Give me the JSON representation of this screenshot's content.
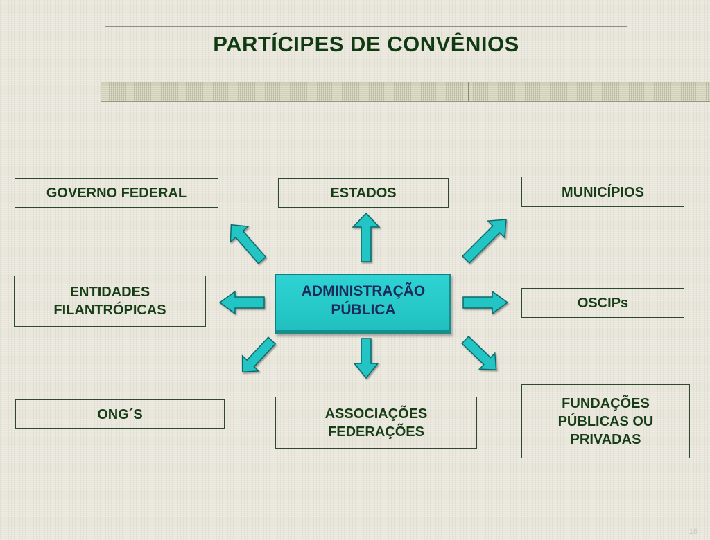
{
  "title": "PARTÍCIPES DE CONVÊNIOS",
  "center": "ADMINISTRAÇÃO\nPÚBLICA",
  "boxes": {
    "governo_federal": "GOVERNO FEDERAL",
    "estados": "ESTADOS",
    "municipios": "MUNICÍPIOS",
    "entidades_filantropicas": "ENTIDADES\nFILANTRÓPICAS",
    "oscips": "OSCIPs",
    "ongs": "ONG´S",
    "associacoes_federacoes": "ASSOCIAÇÕES\nFEDERAÇÕES",
    "fundacoes": "FUNDAÇÕES\nPÚBLICAS OU\nPRIVADAS"
  },
  "slide_number": "18",
  "colors": {
    "arrow_fill": "#22c4c4",
    "center_fill": "#2fd3d3",
    "text_dark_green": "#163d16"
  }
}
